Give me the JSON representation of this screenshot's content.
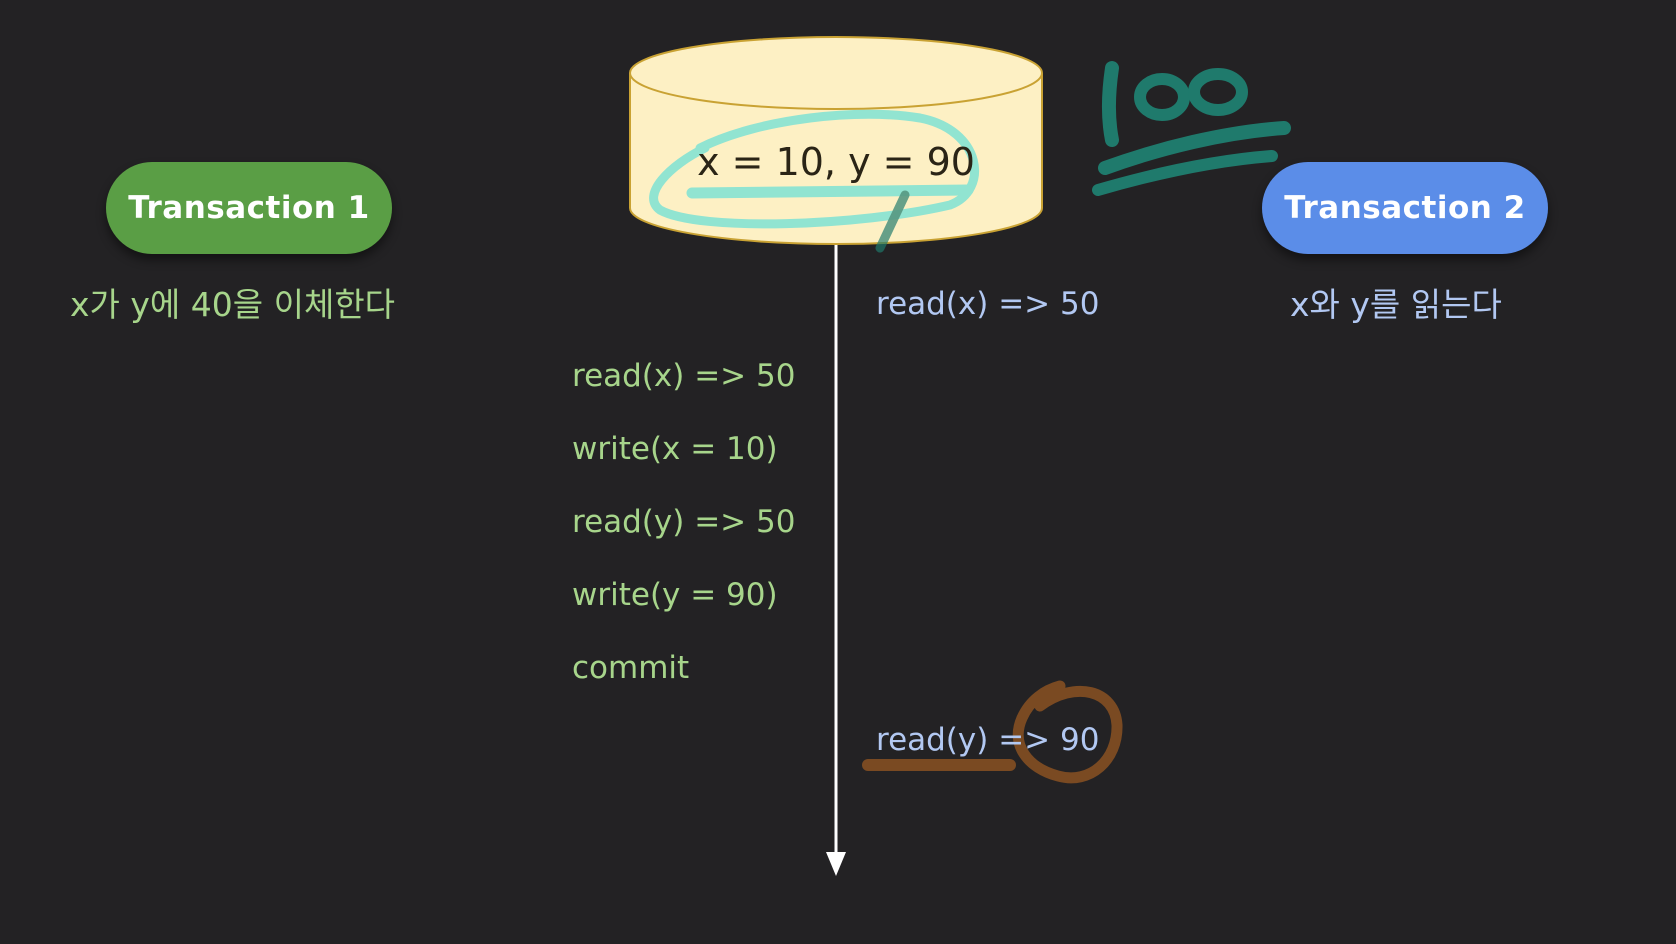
{
  "database": {
    "value_label": "x = 10, y = 90"
  },
  "transaction1": {
    "title": "Transaction 1",
    "description": "x가 y에 40을 이체한다",
    "operations": [
      "read(x) => 50",
      "write(x = 10)",
      "read(y) => 50",
      "write(y = 90)",
      "commit"
    ]
  },
  "transaction2": {
    "title": "Transaction 2",
    "description": "x와 y를 읽는다",
    "operations": [
      "read(x) => 50",
      "read(y) => 90"
    ]
  },
  "annotations": {
    "handwritten_total": "100"
  },
  "colors": {
    "background": "#232224",
    "transaction1": "#5a9e45",
    "transaction2": "#5b8de8",
    "database_fill": "#fdf0c4",
    "database_stroke": "#c9a233",
    "annotation_teal": "#1f7a6c",
    "annotation_cyan": "#6ee0d6",
    "annotation_brown": "#7a4a22"
  }
}
